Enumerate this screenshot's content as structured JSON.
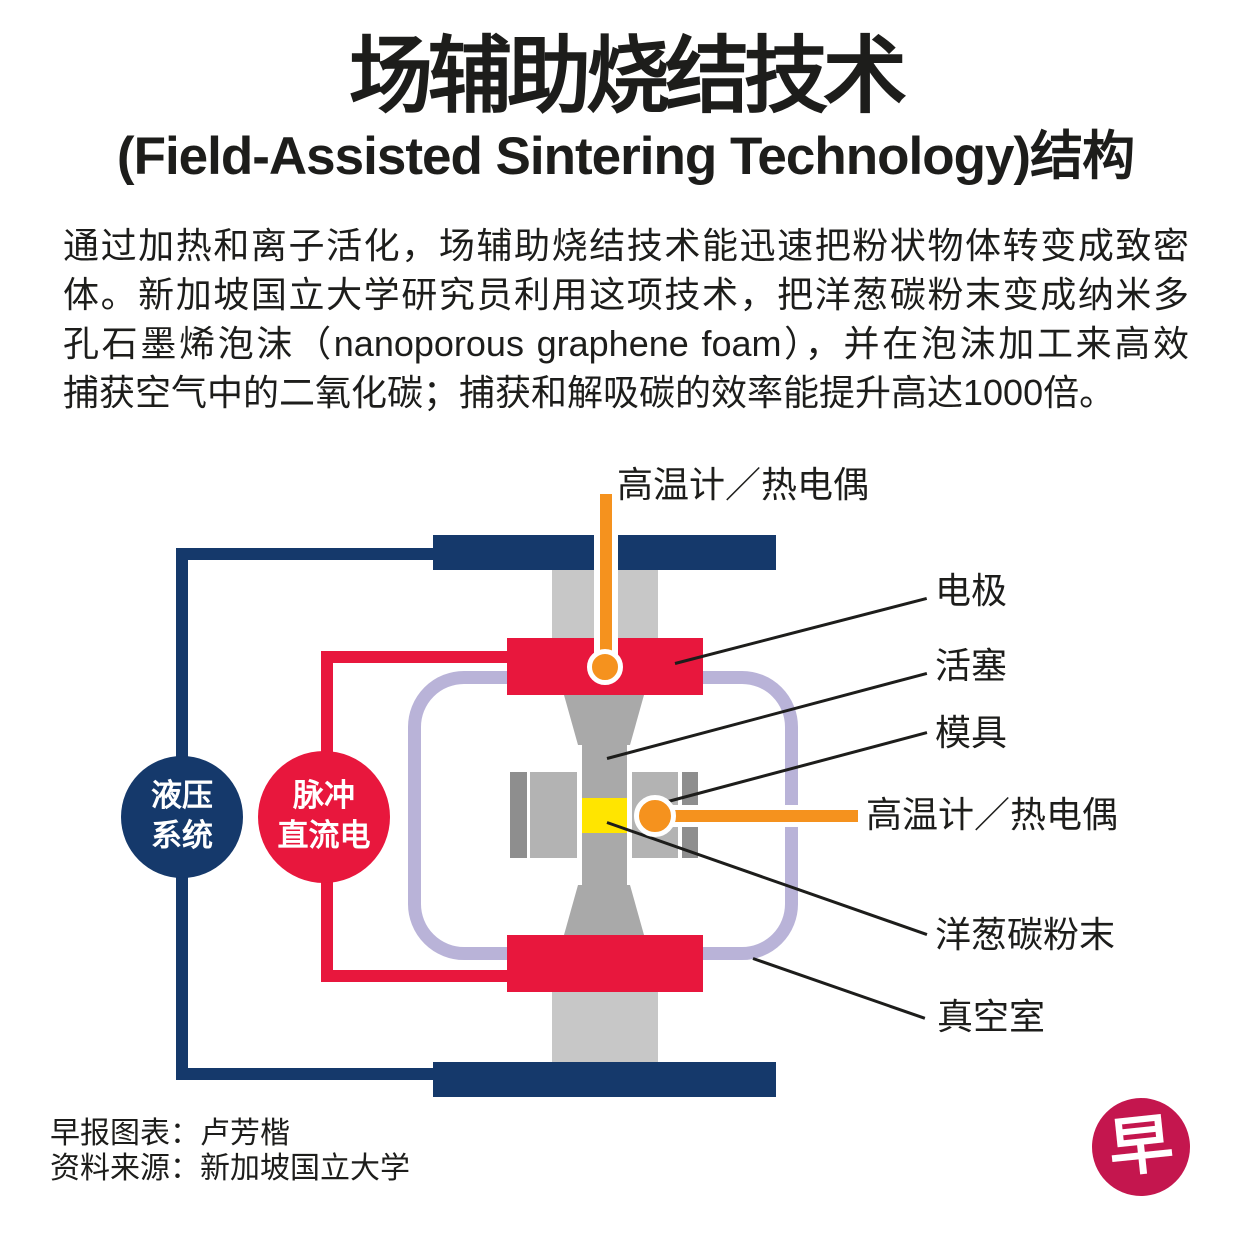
{
  "header": {
    "title": "场辅助烧结技术",
    "subtitle": "(Field-Assisted Sintering Technology)结构",
    "intro_lines": [
      "通过加热和离子活化，场辅助烧结技术能迅速把粉状物体转变成致密",
      "体。新加坡国立大学研究员利用这项技术，把洋葱碳粉末变成纳米多",
      "孔石墨烯泡沫（nanoporous graphene foam），并在泡沫加工来高效",
      "捕获空气中的二氧化碳；捕获和解吸碳的效率能提升高达1000倍。"
    ]
  },
  "diagram": {
    "labels": {
      "pyrometer_top": "高温计／热电偶",
      "electrode": "电极",
      "piston": "活塞",
      "die": "模具",
      "pyrometer_side": "高温计／热电偶",
      "onion_carbon_powder": "洋葱碳粉末",
      "vacuum_chamber": "真空室"
    },
    "badges": {
      "hydraulic_system": [
        "液压",
        "系统"
      ],
      "pulsed_dc": [
        "脉冲",
        "直流电"
      ]
    }
  },
  "footer": {
    "credit": "早报图表：卢芳楷",
    "source": "资料来源：新加坡国立大学",
    "logo_glyph": "早"
  },
  "colors": {
    "red": "#e8173d",
    "navy": "#15396b",
    "orange": "#f5921e",
    "lavender": "#b9b3d8",
    "yellow": "#ffe500",
    "ram_gray": "#c7c7c7",
    "piston_gray": "#a9a9a9",
    "die_gray": "#b3b3b3",
    "plate_gray": "#8e8e8e",
    "ink": "#1d1d1b",
    "logo_red": "#c4164e"
  }
}
